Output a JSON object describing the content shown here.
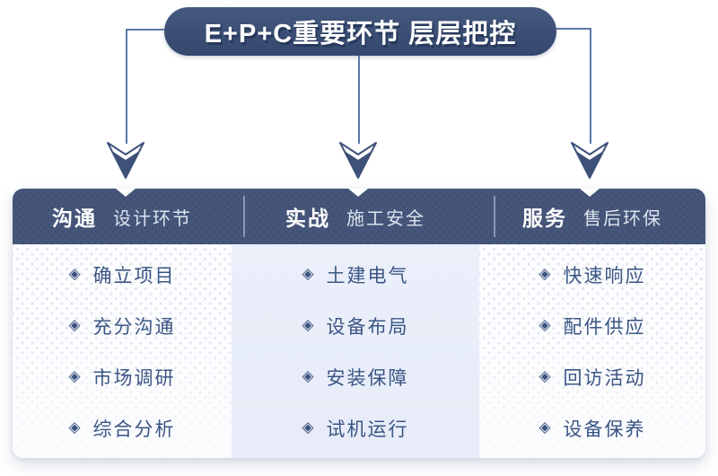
{
  "banner": {
    "title": "E+P+C重要环节 层层把控"
  },
  "bullet_glyph": "◈",
  "columns": [
    {
      "tag": "沟通",
      "subtitle": "设计环节",
      "items": [
        "确立项目",
        "充分沟通",
        "市场调研",
        "综合分析"
      ]
    },
    {
      "tag": "实战",
      "subtitle": "施工安全",
      "items": [
        "土建电气",
        "设备布局",
        "安装保障",
        "试机运行"
      ]
    },
    {
      "tag": "服务",
      "subtitle": "售后环保",
      "items": [
        "快速响应",
        "配件供应",
        "回访活动",
        "设备保养"
      ]
    }
  ],
  "colors": {
    "banner_navy": "#3b4e74",
    "header_navy": "#46567a",
    "connector_blue": "#5d77a6",
    "body_text_blue": "#3a5584",
    "middle_column_bg": "#e8edf8",
    "light_column_bg": "#fcfdff"
  }
}
